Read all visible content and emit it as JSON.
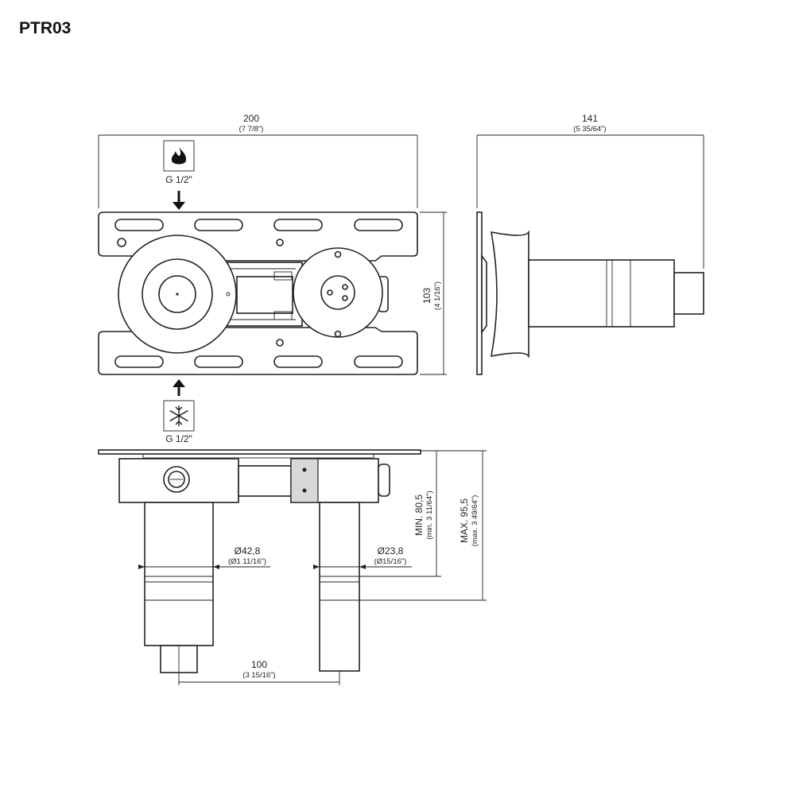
{
  "title": "PTR03",
  "colors": {
    "line": "#222222",
    "background": "#ffffff"
  },
  "icons": {
    "hot": "flame-icon",
    "cold": "snowflake-icon"
  },
  "inlets": {
    "hot": {
      "label": "G 1/2\""
    },
    "cold": {
      "label": "G 1/2\""
    }
  },
  "dimensions": {
    "width": {
      "mm": "200",
      "inch": "(7 7/8\")"
    },
    "depth": {
      "mm": "141",
      "inch": "(5 35/64\")"
    },
    "height": {
      "mm": "103",
      "inch": "(4 1/16\")"
    },
    "min_depth": {
      "mm": "MIN. 80,5",
      "inch": "(min. 3 11/64\")"
    },
    "max_depth": {
      "mm": "MAX. 95,5",
      "inch": "(max. 3 49/64\")"
    },
    "diameter_large": {
      "mm": "Ø42,8",
      "inch": "(Ø1 11/16\")"
    },
    "diameter_small": {
      "mm": "Ø23,8",
      "inch": "(Ø15/16\")"
    },
    "spacing": {
      "mm": "100",
      "inch": "(3 15/16\")"
    }
  }
}
